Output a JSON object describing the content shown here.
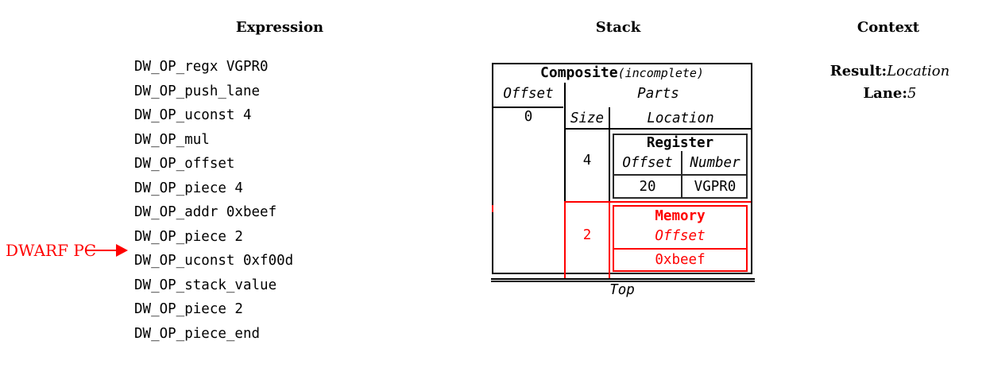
{
  "headers": {
    "expression": "Expression",
    "stack": "Stack",
    "context": "Context"
  },
  "expression": {
    "pc_label": "DWARF PC",
    "items": [
      "DW_OP_regx VGPR0",
      "DW_OP_push_lane",
      "DW_OP_uconst 4",
      "DW_OP_mul",
      "DW_OP_offset",
      "DW_OP_piece 4",
      "DW_OP_addr 0xbeef",
      "DW_OP_piece 2",
      "DW_OP_uconst 0xf00d",
      "DW_OP_stack_value",
      "DW_OP_piece 2",
      "DW_OP_piece_end"
    ]
  },
  "stack": {
    "composite_title": "Composite",
    "composite_qualifier": "(incomplete)",
    "offset_header": "Offset",
    "parts_header": "Parts",
    "size_header": "Size",
    "location_header": "Location",
    "offset_value": "0",
    "register_part": {
      "size": "4",
      "type": "Register",
      "offset_header": "Offset",
      "number_header": "Number",
      "offset_value": "20",
      "number_value": "VGPR0"
    },
    "memory_part": {
      "size": "2",
      "type": "Memory",
      "offset_header": "Offset",
      "offset_value": "0xbeef"
    },
    "top_label": "Top"
  },
  "context": {
    "result_label": "Result:",
    "result_value": "Location",
    "lane_label": "Lane:",
    "lane_value": "5"
  },
  "colors": {
    "accent_red": "#ff0000",
    "text": "#000000",
    "register_border": "#282828"
  }
}
